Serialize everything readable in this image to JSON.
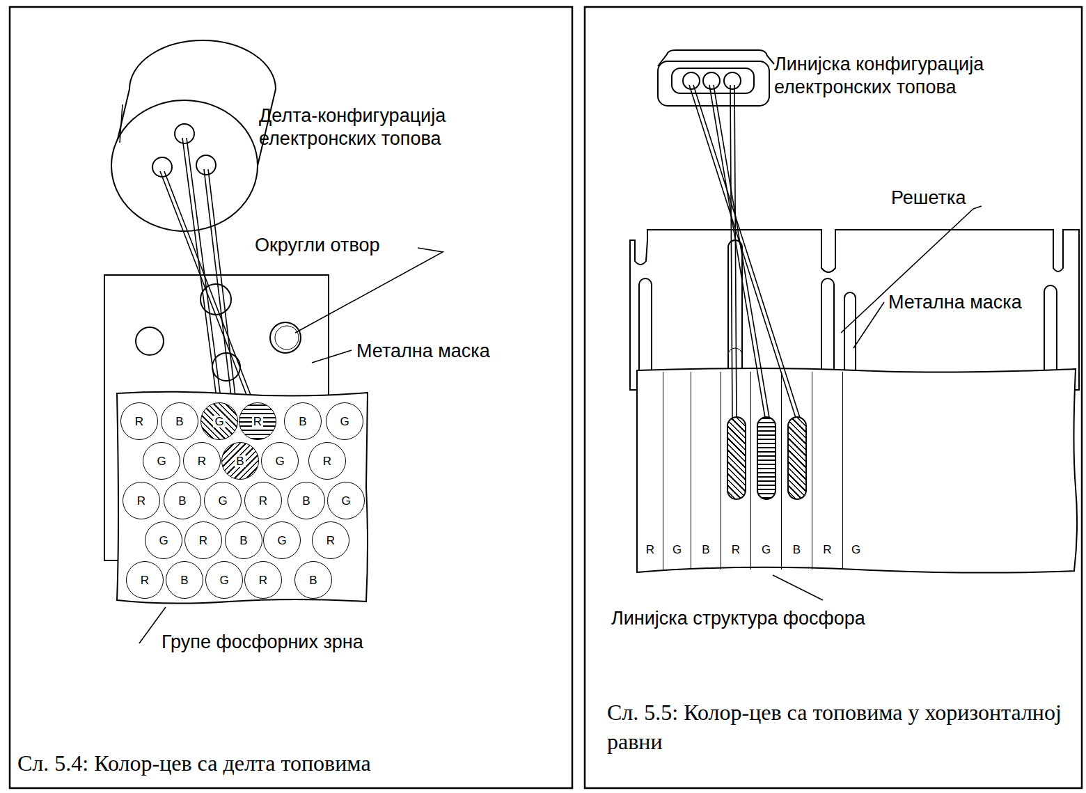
{
  "diagram": {
    "nodes": [
      {
        "text": [
          "R"
        ]
      },
      {
        "text": [
          "B"
        ]
      },
      {
        "text": [
          "G"
        ]
      },
      {
        "text": [
          "R"
        ]
      },
      {
        "text": [
          "B"
        ]
      },
      {
        "text": [
          "G"
        ]
      },
      {
        "text": [
          "G"
        ]
      },
      {
        "text": [
          "R"
        ]
      },
      {
        "text": [
          "B"
        ]
      },
      {
        "text": [
          "G"
        ]
      },
      {
        "text": [
          "R"
        ]
      },
      {
        "text": [
          "R"
        ]
      },
      {
        "text": [
          "B"
        ]
      },
      {
        "text": [
          "G"
        ]
      },
      {
        "text": [
          "R"
        ]
      },
      {
        "text": [
          "B"
        ]
      },
      {
        "text": [
          "G"
        ]
      },
      {
        "text": [
          "G"
        ]
      },
      {
        "text": [
          "R"
        ]
      },
      {
        "text": [
          "B"
        ]
      },
      {
        "text": [
          "G"
        ]
      },
      {
        "text": [
          "R"
        ]
      },
      {
        "text": [
          "R"
        ]
      },
      {
        "text": [
          "B"
        ]
      },
      {
        "text": [
          "G"
        ]
      },
      {
        "text": [
          "R"
        ]
      },
      {
        "text": [
          "B"
        ]
      },
      {
        "text": [
          "R"
        ]
      },
      {
        "text": [
          "G"
        ]
      },
      {
        "text": [
          "B"
        ]
      },
      {
        "text": [
          "R"
        ]
      },
      {
        "text": [
          "G"
        ]
      },
      {
        "text": [
          "B"
        ]
      },
      {
        "text": [
          "R"
        ]
      },
      {
        "text": [
          "G"
        ]
      }
    ],
    "labels": [
      "Делта-конфигурација електронских топова",
      "Округли отвор",
      "Метална маска",
      "Групе фосфорних зрна",
      "Сл. 5.4: Колор-цев са делта топовима",
      "Линијска конфигурација електронских топова",
      "Решетка",
      "Метална маска",
      "Линијска структура фосфора",
      "Сл. 5.5: Колор-цев са топовима у хоризонталној равни"
    ]
  }
}
